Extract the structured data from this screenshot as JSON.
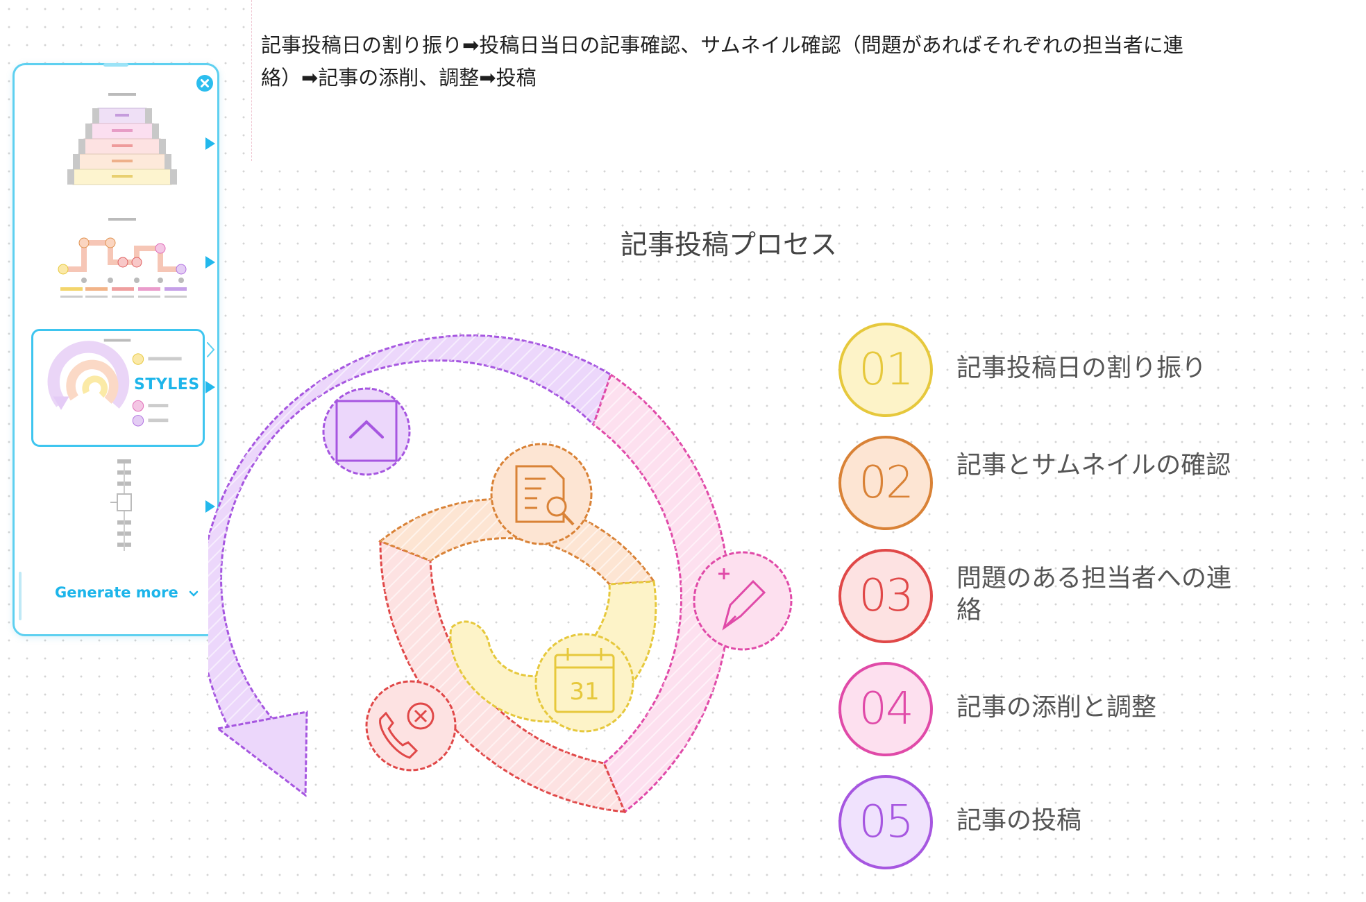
{
  "prompt": {
    "text": "記事投稿日の割り振り➡投稿日当日の記事確認、サムネイル確認（問題があればそれぞれの担当者に連絡）➡記事の添削、調整➡投稿"
  },
  "style_panel": {
    "styles_label": "STYLES",
    "generate_more_label": "Generate more",
    "generate_more_icon": "chevron-down-icon",
    "close_icon": "close-circle-icon"
  },
  "diagram": {
    "title": "記事投稿プロセス",
    "steps": [
      {
        "number": "01",
        "label": "記事投稿日の割り振り",
        "color": "#e6c83c",
        "fill": "#fdf6d2",
        "icon": "calendar-icon",
        "icon_text": "31"
      },
      {
        "number": "02",
        "label": "記事とサムネイルの確認",
        "color": "#d98236",
        "fill": "#fde8d8",
        "icon": "document-search-icon"
      },
      {
        "number": "03",
        "label": "問題のある担当者への連絡",
        "color": "#e04848",
        "fill": "#fde2e2",
        "icon": "phone-cancel-icon"
      },
      {
        "number": "04",
        "label": "記事の添削と調整",
        "color": "#e04aa8",
        "fill": "#fde2ef",
        "icon": "pen-edit-icon"
      },
      {
        "number": "05",
        "label": "記事の投稿",
        "color": "#a656e0",
        "fill": "#f0e2fd",
        "icon": "chevron-up-box-icon"
      }
    ]
  }
}
